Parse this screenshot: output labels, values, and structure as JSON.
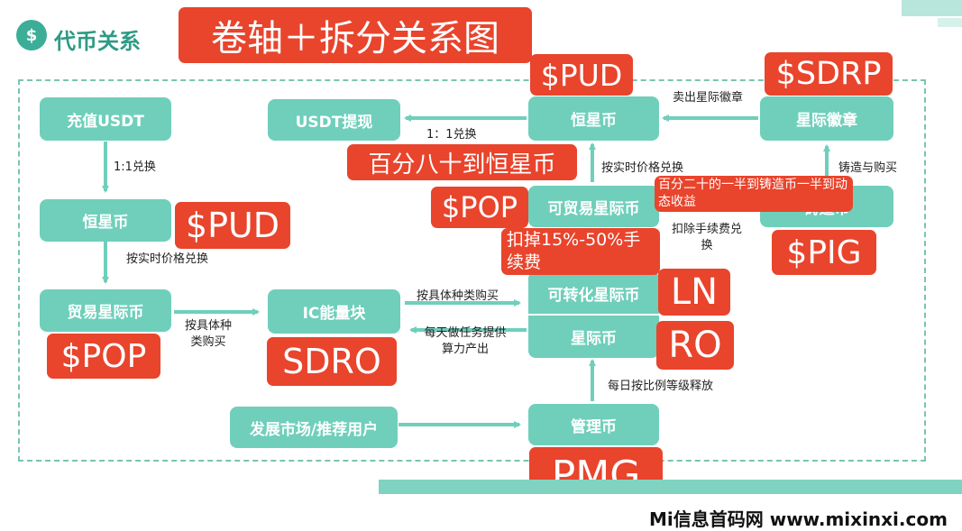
{
  "header": {
    "icon": "money-growth-icon",
    "title": "代币关系",
    "banner": "卷轴＋拆分关系图"
  },
  "nodes": {
    "recharge_usdt": "充值USDT",
    "usdt_withdraw": "USDT提现",
    "star_coin_top": "恒星币",
    "star_badge": "星际徽章",
    "star_coin_left": "恒星币",
    "tradable_star_coin": "可贸易星际币",
    "mint_coin": "铸造币",
    "trade_star_coin": "贸易星际币",
    "ic_energy_block": "IC能量块",
    "convertible_star_coin": "可转化星际币",
    "star_coin_bottom": "星际币",
    "dev_market": "发展市场/推荐用户",
    "mgmt_coin": "管理币"
  },
  "edge_labels": {
    "one_one_exchange": "1:1兑换",
    "one_one_exchange_full": "1：1兑换",
    "sell_badge": "卖出星际徽章",
    "realtime_price_left": "按实时价格兑换",
    "realtime_price_mid": "按实时价格兑换",
    "mint_and_buy": "铸造与购买",
    "deduct_fee": "扣除手续费兑换",
    "buy_by_type_left": "按具体种类购买",
    "buy_by_type_mid": "按具体种类购买",
    "daily_task": "每天做任务提供算力产出",
    "daily_release": "每日按比例等级释放"
  },
  "tags": {
    "pud_top": "$PUD",
    "sdrp": "$SDRP",
    "pud_left": "$PUD",
    "pop_mid": "$POP",
    "pig": "$PIG",
    "pop_left": "$POP",
    "sdro": "SDRO",
    "ln": "LN",
    "ro": "RO",
    "pmg": "PMG",
    "eighty_percent": "百分八十到恒星币",
    "twenty_percent": "百分二十的一半到铸造币一半到动态收益",
    "fee_range": "扣掉15%-50%手续费"
  },
  "watermark": "Mi信息首码网 www.mixinxi.com",
  "colors": {
    "node": "#6fcfbb",
    "tag": "#e9442c",
    "accent": "#2e9a85",
    "arrow": "#6fcfbb"
  }
}
